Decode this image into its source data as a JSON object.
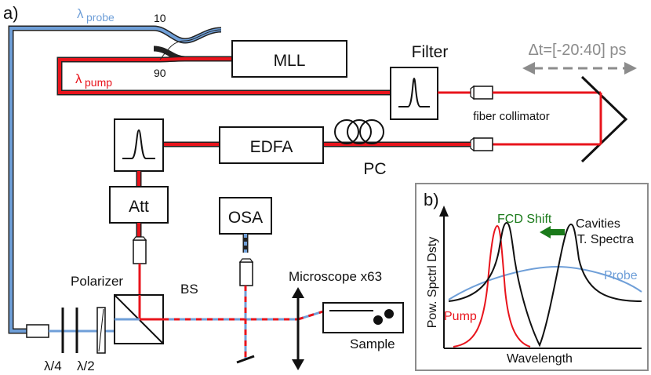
{
  "panel_a": {
    "label": "a)",
    "probe_symbol": "λ",
    "probe_sub": "probe",
    "pump_symbol": "λ",
    "pump_sub": "pump",
    "ratio_top": "10",
    "ratio_bottom": "90",
    "mll": "MLL",
    "filter": "Filter",
    "delay": "Δt=[-20:40] ps",
    "fiber_collimator": "fiber collimator",
    "edfa": "EDFA",
    "pc": "PC",
    "att": "Att",
    "osa": "OSA",
    "polarizer": "Polarizer",
    "bs": "BS",
    "microscope": "Microscope x63",
    "sample": "Sample",
    "qwp": "λ/4",
    "hwp": "λ/2"
  },
  "panel_b": {
    "label": "b)",
    "fcd_shift": "FCD Shift",
    "cavities_line1": "Cavities",
    "cavities_line2": "T. Spectra",
    "probe": "Probe",
    "pump": "Pump",
    "xlabel": "Wavelength",
    "ylabel": "Pow. Spctrl Dsty"
  },
  "colors": {
    "probe": "#6f9fd8",
    "pump": "#e8141c",
    "fcd_arrow": "#1a7a1a",
    "delay": "#8c8c8c"
  }
}
